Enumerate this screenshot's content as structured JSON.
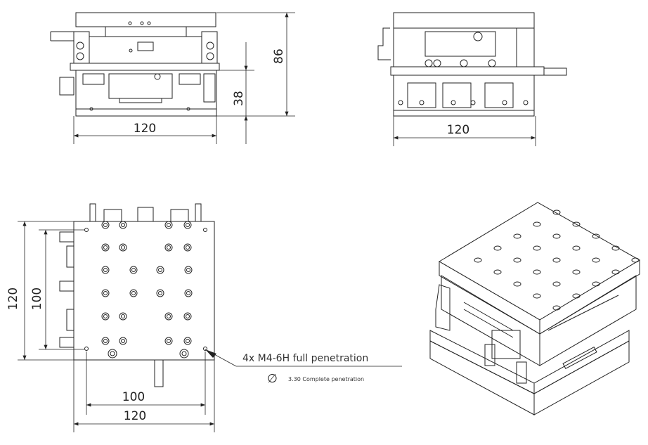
{
  "front_view": {
    "width_dim": "120",
    "height_dim": "86",
    "lower_height_dim": "38"
  },
  "side_view": {
    "width_dim": "120"
  },
  "top_view": {
    "outer_height_dim": "120",
    "inner_height_dim": "100",
    "inner_width_dim": "100",
    "outer_width_dim": "120"
  },
  "callout": {
    "main": "4x M4-6H full penetration",
    "diameter_symbol": "∅",
    "sub": "3.30 Complete penetration"
  }
}
